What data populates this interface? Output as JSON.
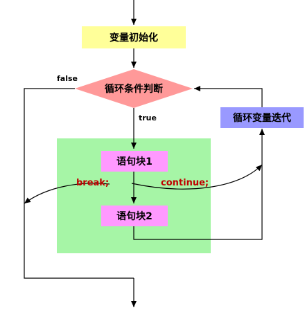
{
  "nodes": {
    "init": {
      "label": "变量初始化",
      "color": "#ffff99"
    },
    "condition": {
      "label": "循环条件判断",
      "color": "#ff9999"
    },
    "iterate": {
      "label": "循环变量迭代",
      "color": "#9999ff"
    },
    "block1": {
      "label": "语句块1",
      "color": "#ff99ff"
    },
    "block2": {
      "label": "语句块2",
      "color": "#ff99ff"
    }
  },
  "loop_body": {
    "color": "#a6f5a6"
  },
  "edge_labels": {
    "false": "false",
    "true": "true"
  },
  "jumps": {
    "break": "break;",
    "continue": "continue;"
  },
  "colors": {
    "line": "#000000",
    "jump_text": "#c00000"
  }
}
